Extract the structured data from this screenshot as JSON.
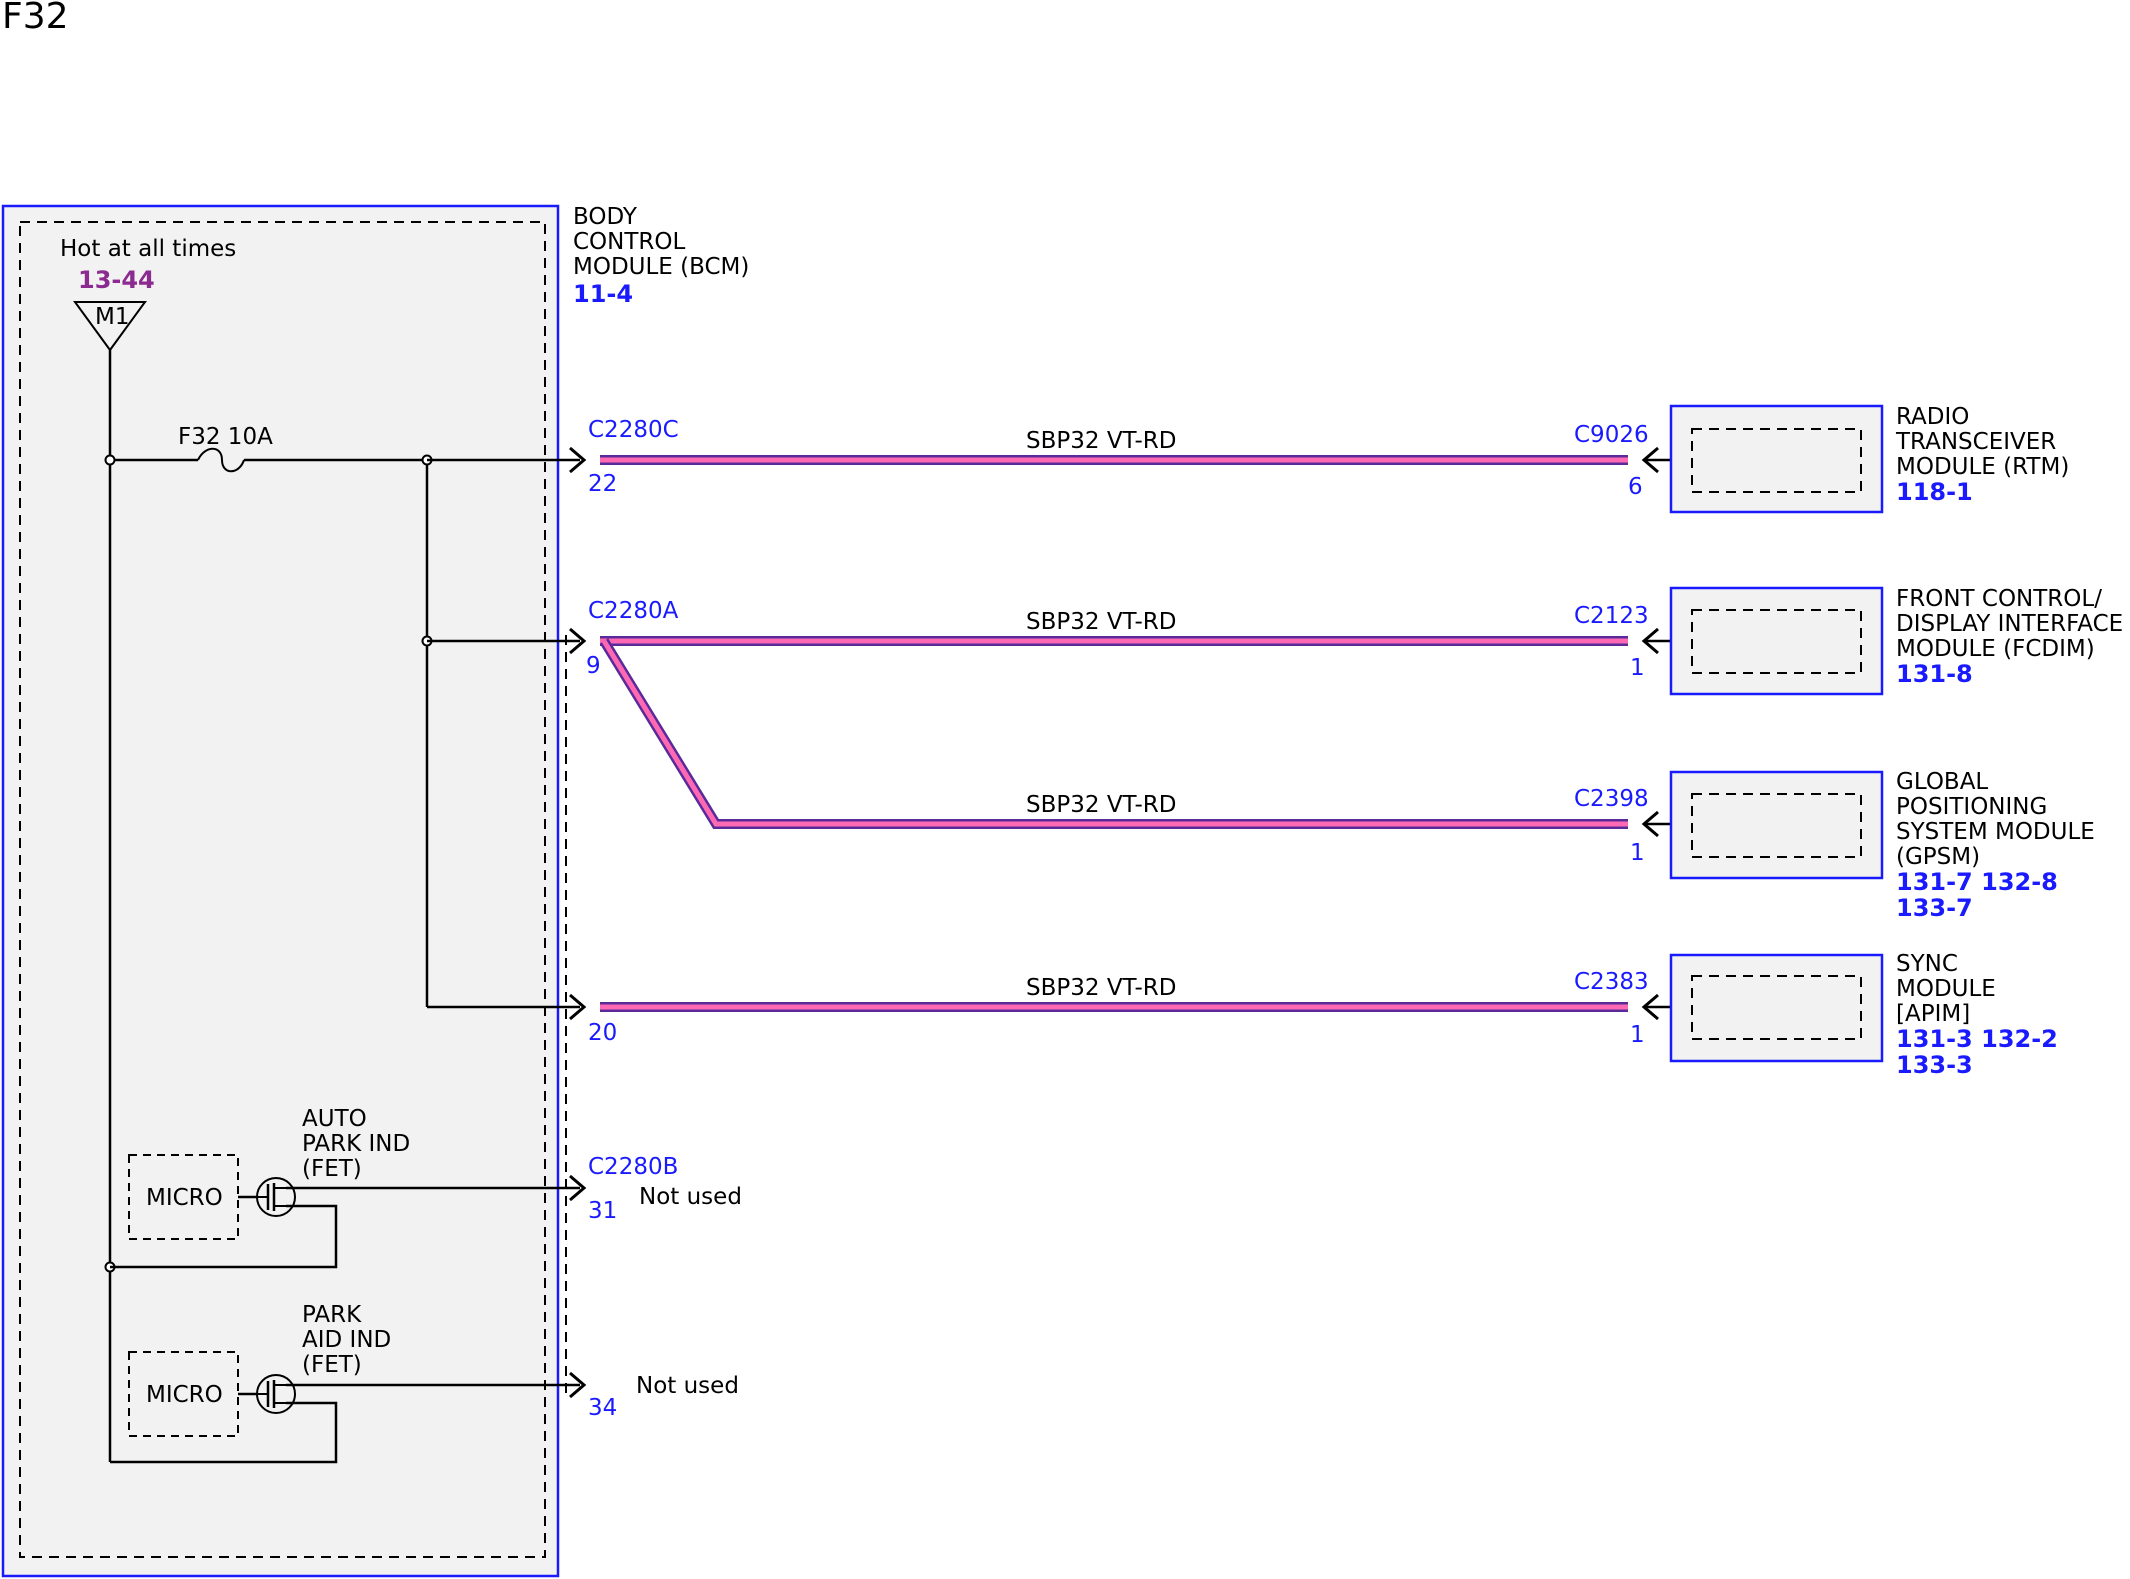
{
  "page_title": "F32",
  "colors": {
    "module_border": "#1a1aff",
    "module_fill": "#f2f2f2",
    "wire_outer": "#5a2a9a",
    "wire_inner": "#ff69b4",
    "reference_text": "#1a1aff",
    "power_source_text": "#8b2a8f"
  },
  "bcm": {
    "name_lines": [
      "BODY",
      "CONTROL",
      "MODULE (BCM)"
    ],
    "ref": "11-4"
  },
  "power_source": {
    "label": "Hot at all times",
    "ref": "13-44",
    "symbol_label": "M1"
  },
  "fuse": {
    "label": "F32  10A"
  },
  "wire_label": "SBP32  VT-RD",
  "bcm_connectors": [
    {
      "name": "C2280C",
      "pin": "22"
    },
    {
      "name": "C2280A",
      "pin": "9"
    },
    {
      "name": "",
      "pin": "20"
    },
    {
      "name": "C2280B",
      "pin": "31"
    },
    {
      "name": "",
      "pin": "34"
    }
  ],
  "circuits": [
    {
      "wire": "SBP32  VT-RD",
      "connector": "C9026",
      "pin": "6",
      "module_lines": [
        "RADIO",
        "TRANSCEIVER",
        "MODULE (RTM)"
      ],
      "refs": [
        "118-1"
      ]
    },
    {
      "wire": "SBP32  VT-RD",
      "connector": "C2123",
      "pin": "1",
      "module_lines": [
        "FRONT CONTROL/",
        "DISPLAY INTERFACE",
        "MODULE (FCDIM)"
      ],
      "refs": [
        "131-8"
      ]
    },
    {
      "wire": "SBP32  VT-RD",
      "connector": "C2398",
      "pin": "1",
      "module_lines": [
        "GLOBAL",
        "POSITIONING",
        "SYSTEM MODULE",
        "(GPSM)"
      ],
      "refs": [
        "131-7 132-8",
        "133-7"
      ]
    },
    {
      "wire": "SBP32  VT-RD",
      "connector": "C2383",
      "pin": "1",
      "module_lines": [
        "SYNC",
        "MODULE",
        "[APIM]"
      ],
      "refs": [
        "131-3 132-2",
        "133-3"
      ]
    }
  ],
  "outputs": [
    {
      "name_lines": [
        "AUTO",
        "PARK IND",
        "(FET)"
      ],
      "micro_label": "MICRO",
      "status": "Not used"
    },
    {
      "name_lines": [
        "PARK",
        "AID IND",
        "(FET)"
      ],
      "micro_label": "MICRO",
      "status": "Not used"
    }
  ]
}
